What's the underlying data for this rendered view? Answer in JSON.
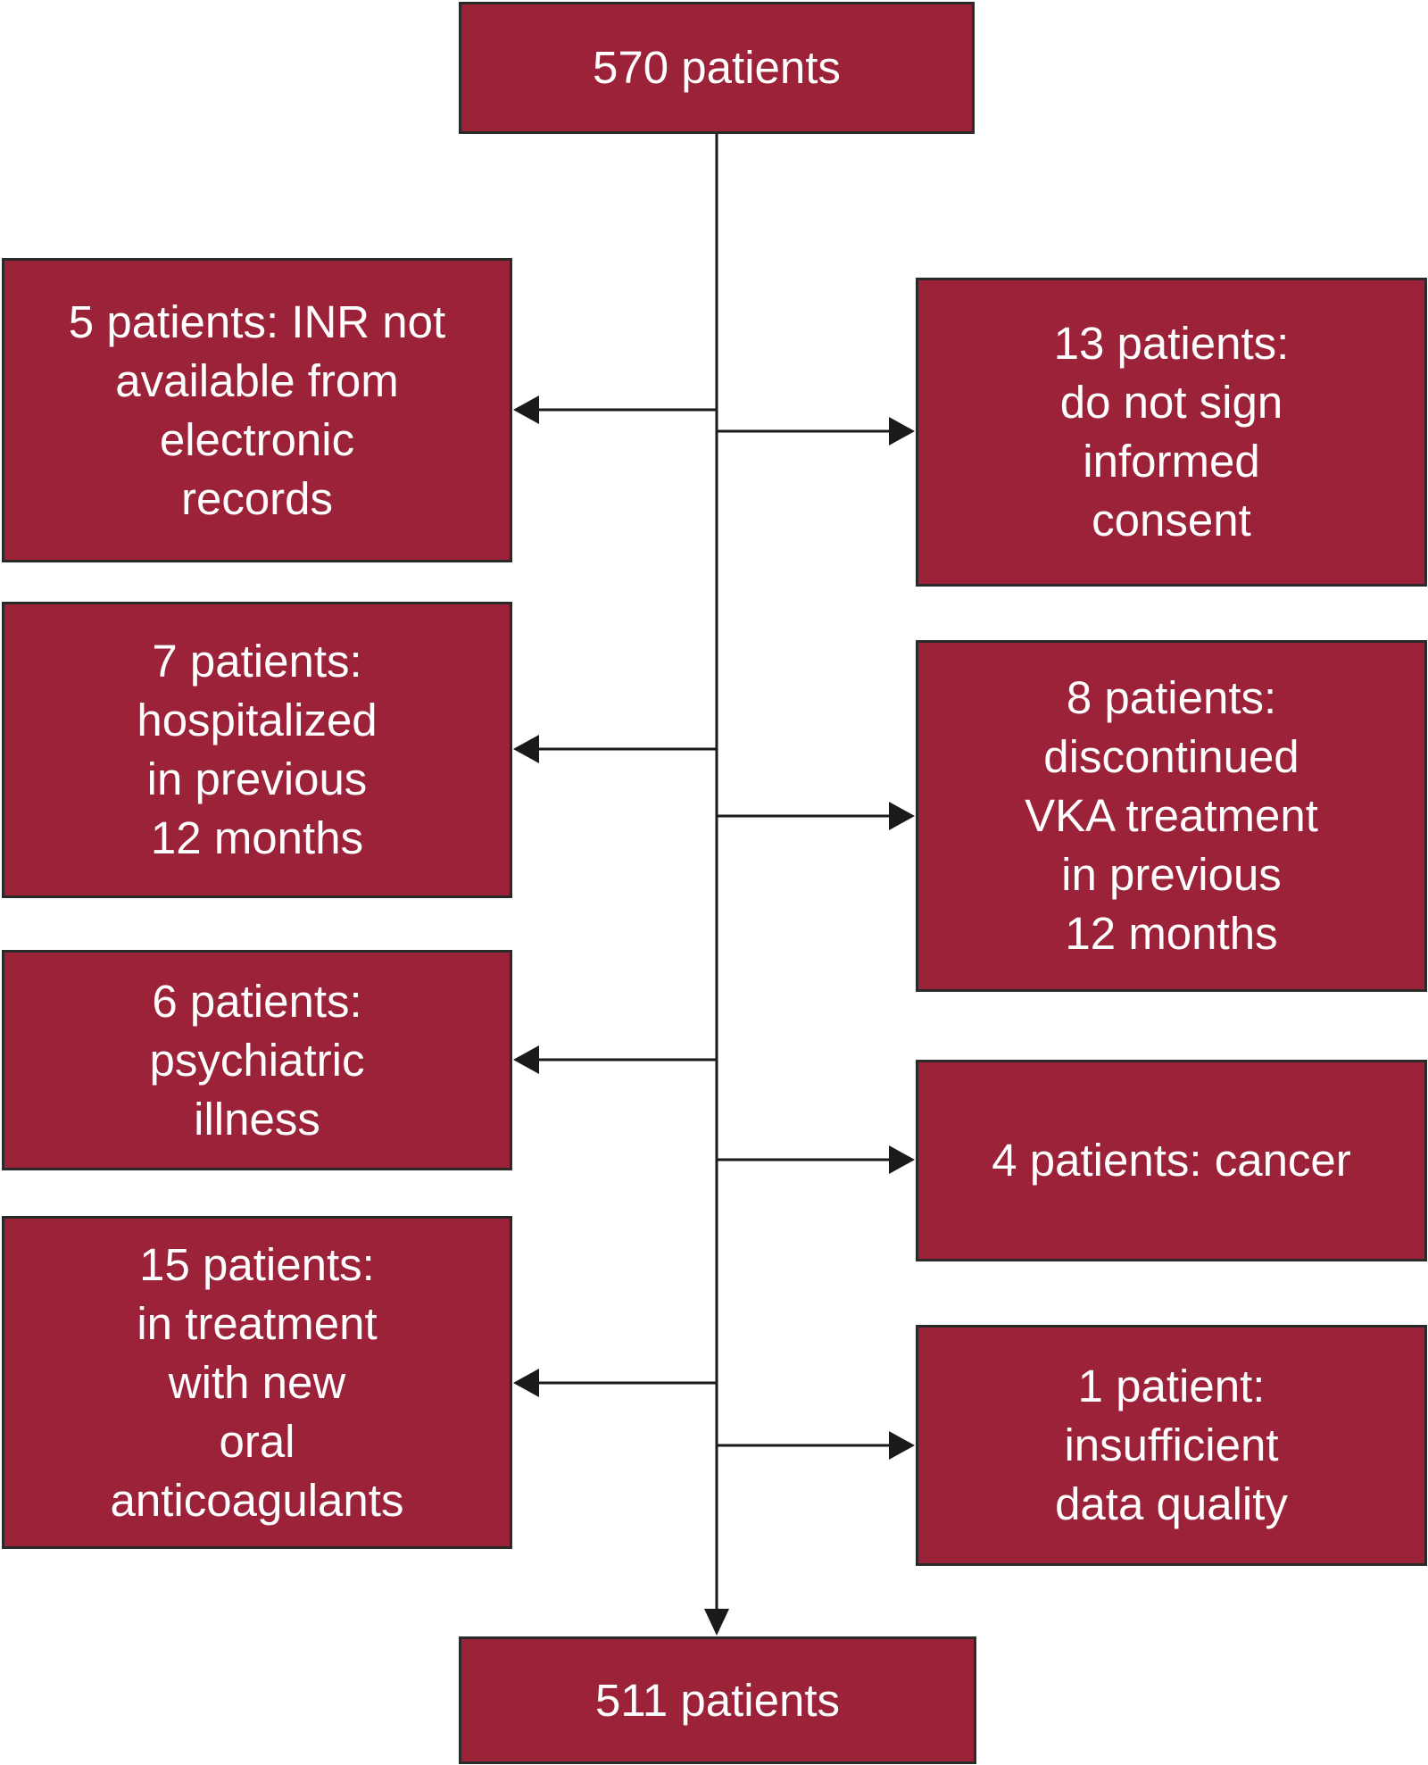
{
  "colors": {
    "box_fill": "#9b2238",
    "box_border": "#2a2a2a",
    "text": "#ffffff",
    "connector": "#1a1a1a"
  },
  "flowchart": {
    "start": "570 patients",
    "end": "511 patients",
    "exclusions_left": [
      "5 patients: INR not\navailable from\nelectronic\nrecords",
      "7 patients:\nhospitalized\nin previous\n12 months",
      "6 patients:\npsychiatric\nillness",
      "15 patients:\nin treatment\nwith new\noral\nanticoagulants"
    ],
    "exclusions_right": [
      "13 patients:\ndo not sign\ninformed\nconsent",
      "8 patients:\ndiscontinued\nVKA treatment\nin previous\n12 months",
      "4 patients: cancer",
      "1 patient:\ninsufficient\ndata quality"
    ]
  }
}
